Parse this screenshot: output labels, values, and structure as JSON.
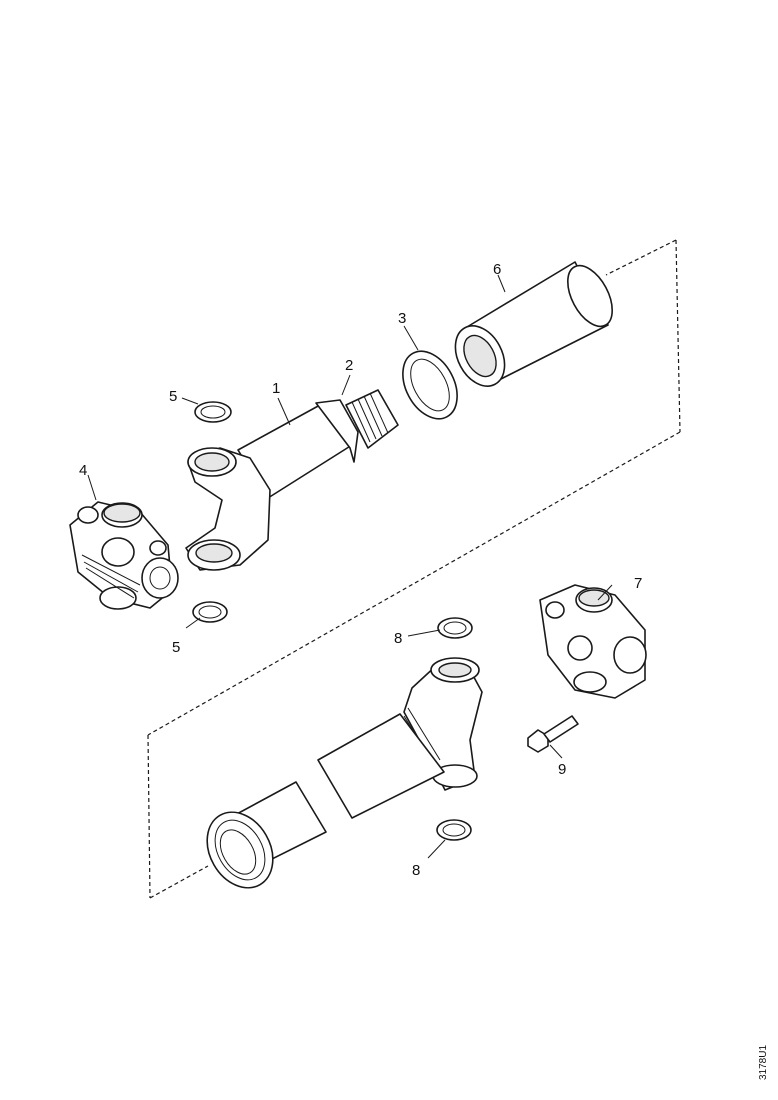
{
  "callouts": {
    "c1": "1",
    "c2": "2",
    "c3": "3",
    "c4": "4",
    "c5a": "5",
    "c5b": "5",
    "c6": "6",
    "c7": "7",
    "c8a": "8",
    "c8b": "8",
    "c9": "9"
  },
  "reference_code": "3178U1"
}
